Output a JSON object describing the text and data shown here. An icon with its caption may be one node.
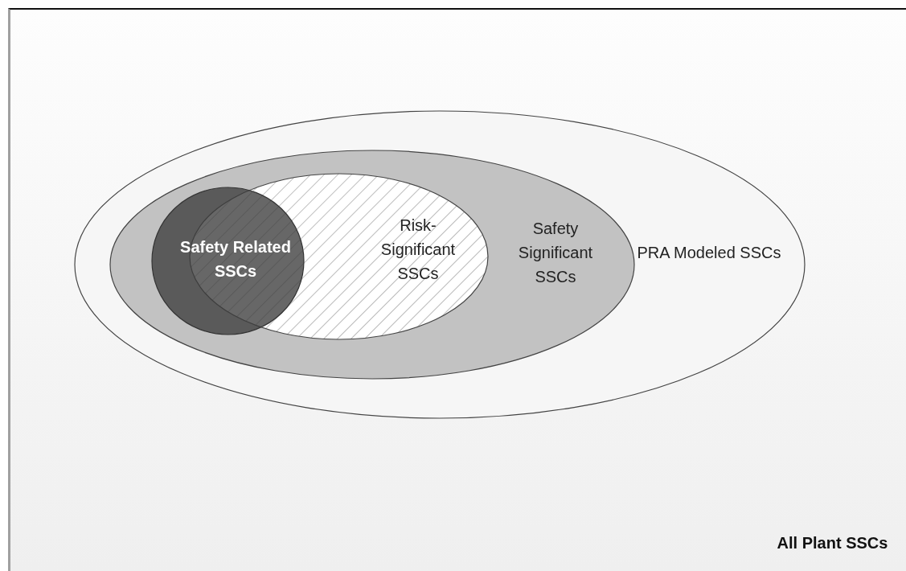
{
  "diagram": {
    "nodes": [
      {
        "text": [
          "All Plant SSCs"
        ]
      },
      {
        "text": [
          "PRA Modeled SSCs"
        ],
        "in": 0
      },
      {
        "text": [
          "Safety Significant SSCs"
        ],
        "in": 1
      },
      {
        "text": [
          "Risk-Significant SSCs"
        ],
        "in": 2
      },
      {
        "text": [
          "Safety Related SSCs"
        ],
        "in": 2
      }
    ]
  }
}
